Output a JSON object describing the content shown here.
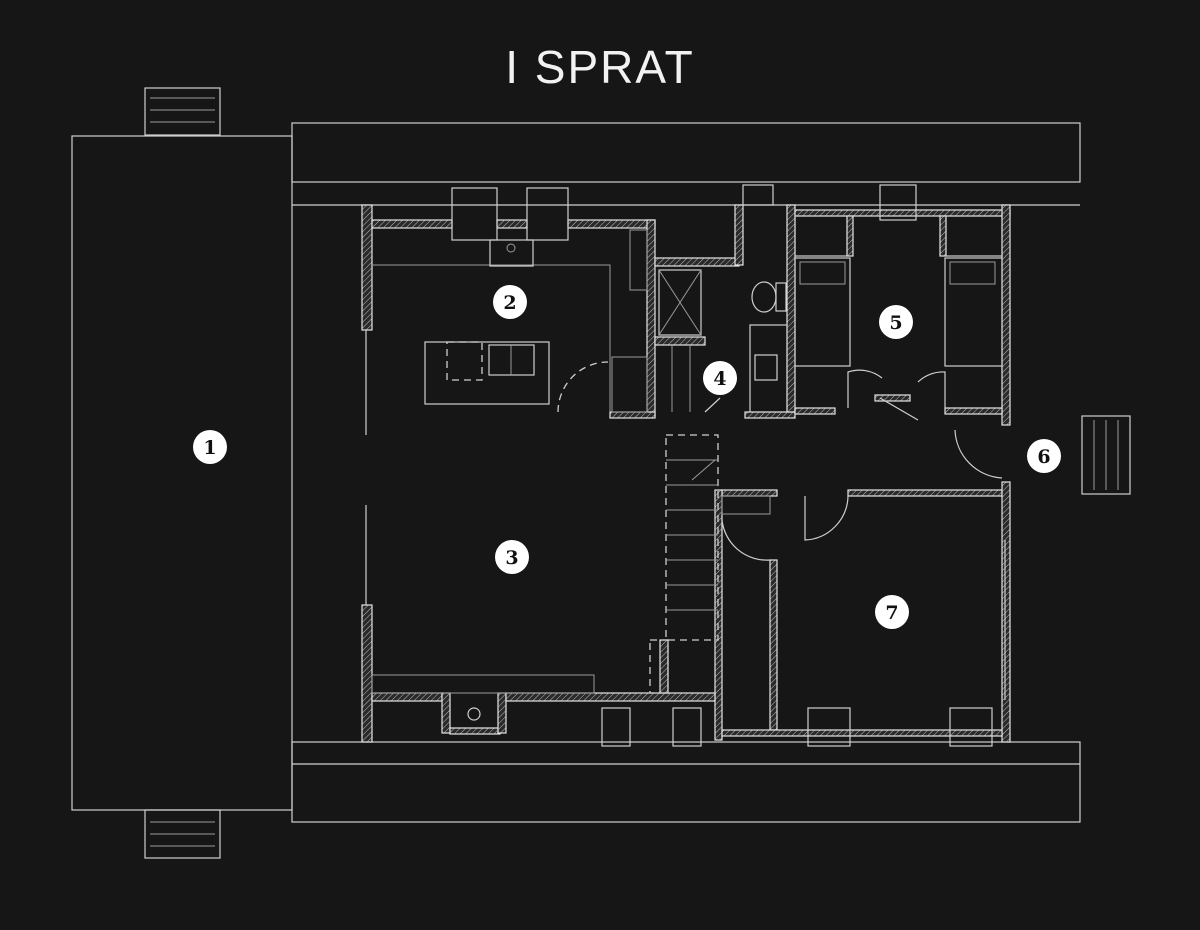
{
  "title": "I SPRAT",
  "colors": {
    "background": "#161616",
    "lines": "#cfcfcf",
    "marker_fill": "#ffffff",
    "marker_text": "#111111"
  },
  "room_markers": [
    {
      "label": "1"
    },
    {
      "label": "2"
    },
    {
      "label": "3"
    },
    {
      "label": "4"
    },
    {
      "label": "5"
    },
    {
      "label": "6"
    },
    {
      "label": "7"
    }
  ]
}
